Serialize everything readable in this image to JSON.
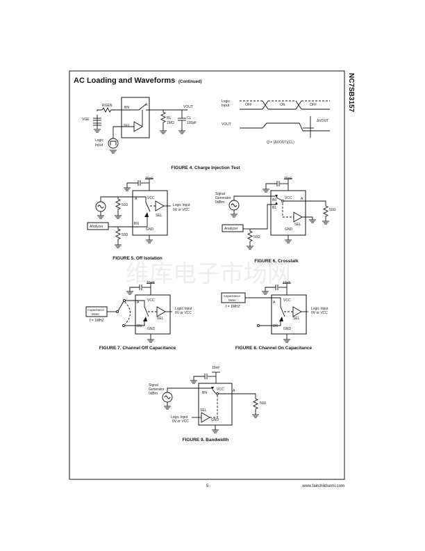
{
  "header": {
    "title": "AC Loading and Waveforms",
    "subtitle": "(Continued)"
  },
  "side_title": "NC7SB3157",
  "watermark": "维库电子市场网",
  "figure4": {
    "caption": "FIGURE 4. Charge Injection Test",
    "vge": "VGE",
    "rgen": "RGEN",
    "bn": "BN",
    "a": "A",
    "sel": "SEL",
    "vout": "VOUT",
    "rl": "RL",
    "rl_val": "1MΩ",
    "cl": "CL",
    "cl_val": "100pF",
    "logic1": "Logic",
    "logic2": "Input",
    "wave": {
      "logic1": "Logic",
      "logic2": "Input",
      "off1": "OFF",
      "on": "ON",
      "off2": "OFF",
      "vout": "VOUT",
      "dvout": "ΔVOUT",
      "q": "Q = (ΔVOUT)(CL)"
    }
  },
  "figure5": {
    "caption": "FIGURE 5. Off Isolation",
    "cap": "10nF",
    "a": "A",
    "vcc": "VCC",
    "bn": "BN",
    "gnd": "GND",
    "sel": "SEL",
    "r1": "50Ω",
    "r2": "50Ω",
    "analyzer": "Analyzer",
    "logic1": "Logic Input",
    "logic2": "0V or VCC"
  },
  "figure6": {
    "caption": "FIGURE 6. Crosstalk",
    "cap": "10nF",
    "gen1": "Signal",
    "gen2": "Generator",
    "gen3": "0dBm",
    "b0": "B0",
    "b1": "B1",
    "vcc": "VCC",
    "a": "A",
    "sel": "SEL",
    "gnd": "GND",
    "r1": "50Ω",
    "r2": "50Ω",
    "analyzer": "Analyzer"
  },
  "figure7": {
    "caption": "FIGURE 7. Channel Off Capacitance",
    "cap": "10nF",
    "meter1": "Capacitance",
    "meter2": "Meter",
    "freq": "f = 1MHZ",
    "a": "A",
    "vcc": "VCC",
    "bn": "BN",
    "gnd": "GND",
    "sel": "SEL",
    "logic1": "Logic Input",
    "logic2": "0V or VCC"
  },
  "figure8": {
    "caption": "FIGURE 8. Channel On Capacitance",
    "cap": "10nF",
    "meter1": "Capacitance",
    "meter2": "Meter",
    "freq": "f = 1MHZ",
    "a": "A",
    "vcc": "VCC",
    "bn": "BN",
    "gnd": "GND",
    "sel": "SEL",
    "logic1": "Logic Input",
    "logic2": "0V or VCC"
  },
  "figure9": {
    "caption": "FIGURE 9. Bandwidth",
    "cap": "10nF",
    "gen1": "Signal",
    "gen2": "Generator",
    "gen3": "0dBm",
    "bn": "BN",
    "vcc": "VCC",
    "a": "A",
    "sel": "SEL",
    "gnd": "GND",
    "r1": "50Ω",
    "logic1": "Logic Input",
    "logic2": "0V or VCC"
  },
  "footer": {
    "page": "5",
    "url": "www.fairchildsemi.com"
  }
}
